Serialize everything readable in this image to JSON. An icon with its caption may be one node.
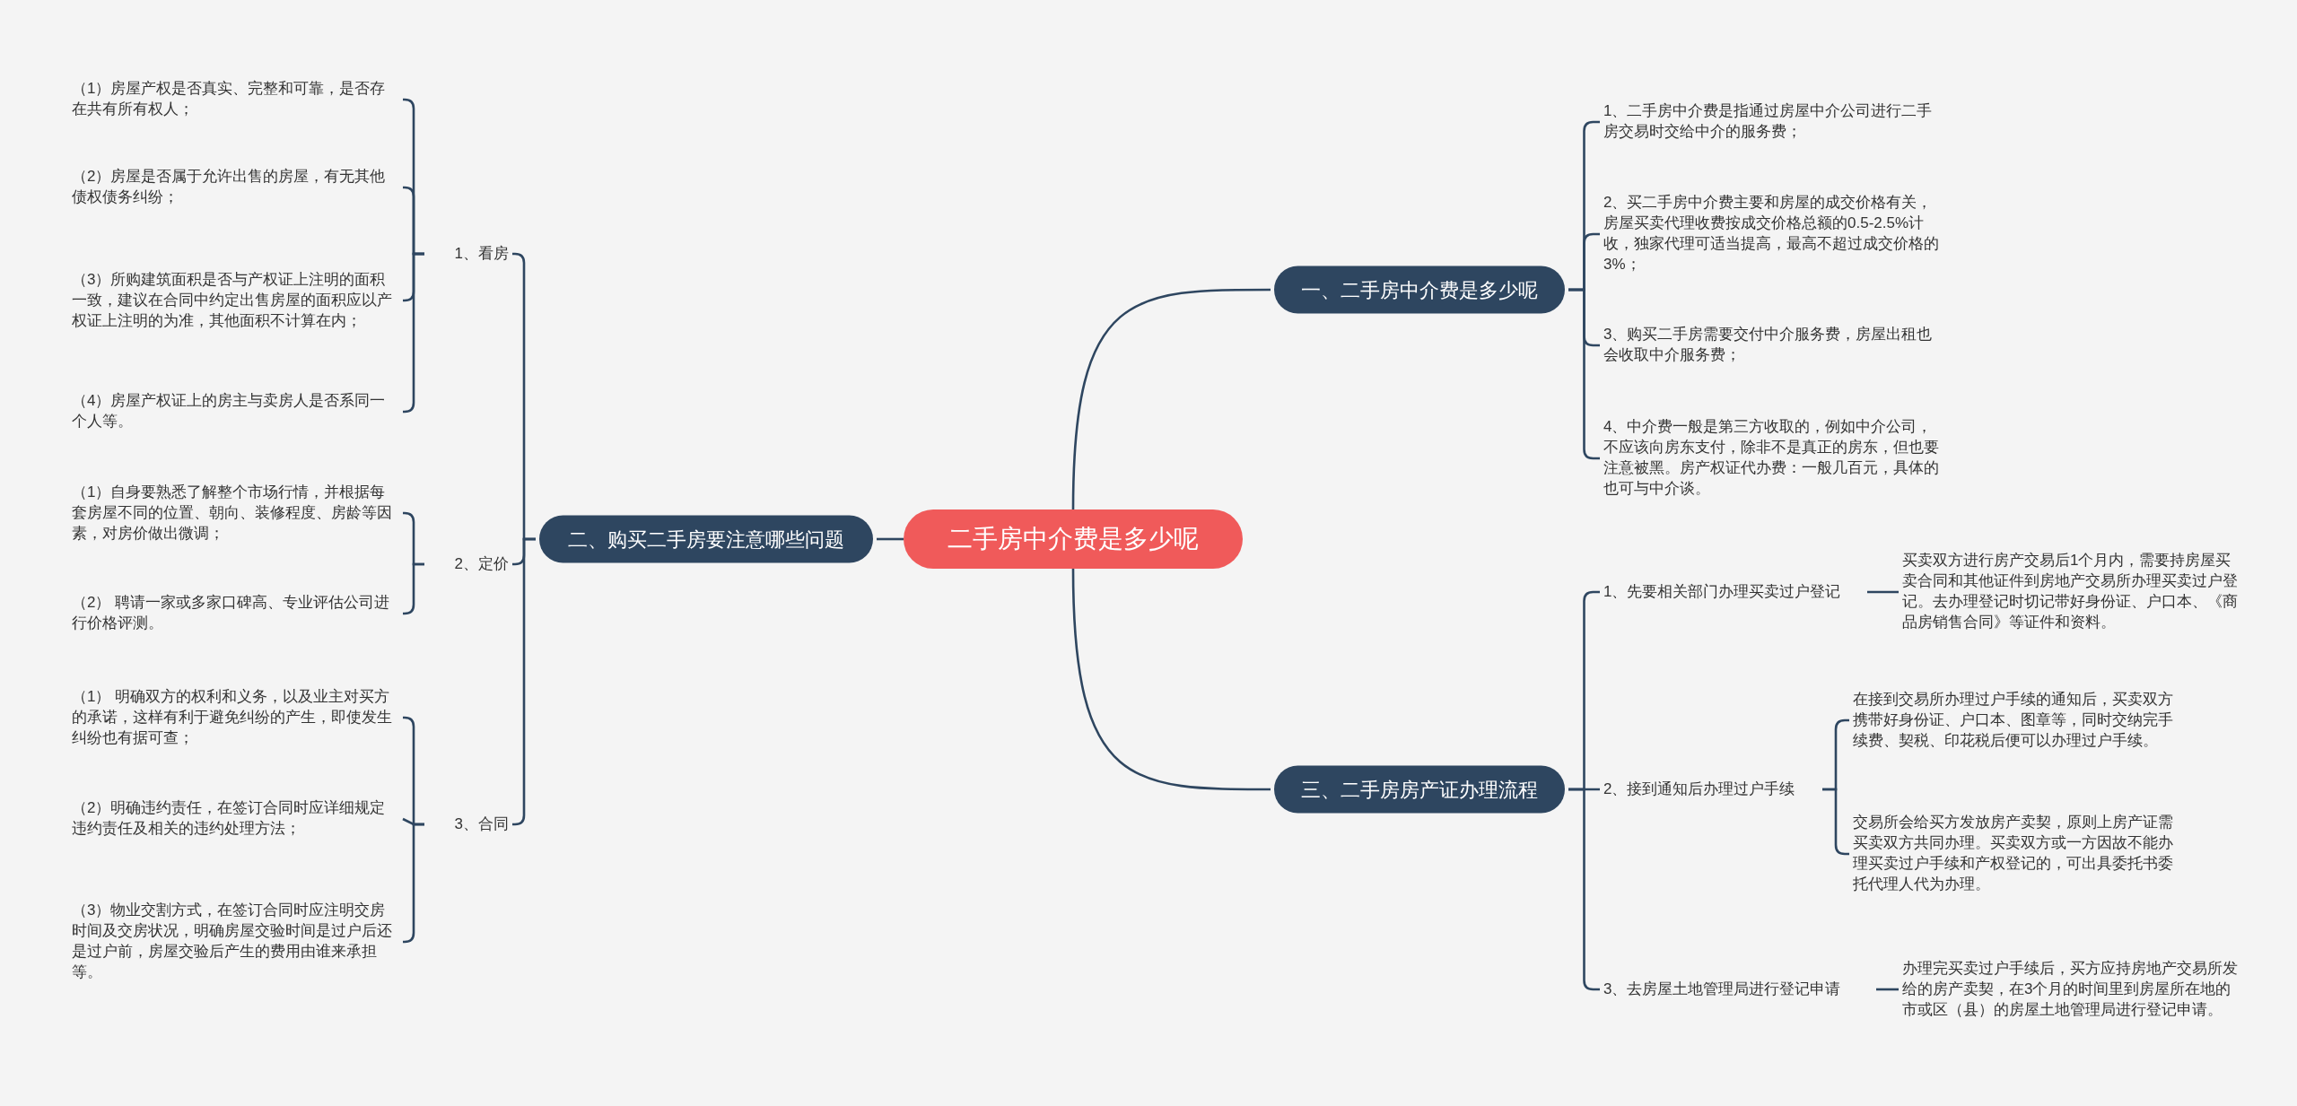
{
  "diagram": {
    "nodes": [
      {
        "text": [
          "二手房中介费是多少呢"
        ]
      },
      {
        "text": [
          "二、购买二手房要注意哪些问题"
        ]
      },
      {
        "text": [
          "1、看房"
        ]
      },
      {
        "text": [
          "（1）房屋产权是否真实、完整和可靠，是否存在共有所有权人；"
        ]
      },
      {
        "text": [
          "（2）房屋是否属于允许出售的房屋，有无其他债权债务纠纷；"
        ]
      },
      {
        "text": [
          "（3）所购建筑面积是否与产权证上注明的面积一致，建议在合同中约定出售房屋的面积应以产权证上注明的为准，其他面积不计算在内；"
        ]
      },
      {
        "text": [
          "（4）房屋产权证上的房主与卖房人是否系同一个人等。"
        ]
      },
      {
        "text": [
          "2、定价"
        ]
      },
      {
        "text": [
          "（1）自身要熟悉了解整个市场行情，并根据每套房屋不同的位置、朝向、装修程度、房龄等因素，对房价做出微调；"
        ]
      },
      {
        "text": [
          "（2） 聘请一家或多家口碑高、专业评估公司进行价格评测。"
        ]
      },
      {
        "text": [
          "3、合同"
        ]
      },
      {
        "text": [
          "（1） 明确双方的权利和义务，以及业主对买方的承诺，这样有利于避免纠纷的产生，即使发生纠纷也有据可查；"
        ]
      },
      {
        "text": [
          "（2）明确违约责任，在签订合同时应详细规定违约责任及相关的违约处理方法；"
        ]
      },
      {
        "text": [
          "（3）物业交割方式，在签订合同时应注明交房时间及交房状况，明确房屋交验时间是过户后还是过户前，房屋交验后产生的费用由谁来承担等。"
        ]
      },
      {
        "text": [
          "一、二手房中介费是多少呢"
        ]
      },
      {
        "text": [
          "1、二手房中介费是指通过房屋中介公司进行二手房交易时交给中介的服务费；"
        ]
      },
      {
        "text": [
          "2、买二手房中介费主要和房屋的成交价格有关，房屋买卖代理收费按成交价格总额的0.5-2.5%计收，独家代理可适当提高，最高不超过成交价格的3%；"
        ]
      },
      {
        "text": [
          "3、购买二手房需要交付中介服务费，房屋出租也会收取中介服务费；"
        ]
      },
      {
        "text": [
          "4、中介费一般是第三方收取的，例如中介公司，不应该向房东支付，除非不是真正的房东，但也要注意被黑。房产权证代办费：一般几百元，具体的也可与中介谈。"
        ]
      },
      {
        "text": [
          "三、二手房房产证办理流程"
        ]
      },
      {
        "text": [
          "1、先要相关部门办理买卖过户登记"
        ]
      },
      {
        "text": [
          "买卖双方进行房产交易后1个月内，需要持房屋买卖合同和其他证件到房地产交易所办理买卖过户登记。去办理登记时切记带好身份证、户口本、《商品房销售合同》等证件和资料。"
        ]
      },
      {
        "text": [
          "2、接到通知后办理过户手续"
        ]
      },
      {
        "text": [
          "在接到交易所办理过户手续的通知后，买卖双方携带好身份证、户口本、图章等，同时交纳完手续费、契税、印花税后便可以办理过户手续。"
        ]
      },
      {
        "text": [
          "交易所会给买方发放房产卖契，原则上房产证需买卖双方共同办理。买卖双方或一方因故不能办理买卖过户手续和产权登记的，可出具委托书委托代理人代为办理。"
        ]
      },
      {
        "text": [
          "3、去房屋土地管理局进行登记申请"
        ]
      },
      {
        "text": [
          "办理完买卖过户手续后，买方应持房地产交易所发给的房产卖契，在3个月的时间里到房屋所在地的市或区（县）的房屋土地管理局进行登记申请。"
        ]
      }
    ],
    "edges": [
      {
        "from": 0,
        "to": 1,
        "arrow": "none"
      },
      {
        "from": 1,
        "to": 2,
        "arrow": "none"
      },
      {
        "from": 2,
        "to": 3,
        "arrow": "none"
      },
      {
        "from": 2,
        "to": 4,
        "arrow": "none"
      },
      {
        "from": 2,
        "to": 5,
        "arrow": "none"
      },
      {
        "from": 2,
        "to": 6,
        "arrow": "none"
      },
      {
        "from": 1,
        "to": 7,
        "arrow": "none"
      },
      {
        "from": 7,
        "to": 8,
        "arrow": "none"
      },
      {
        "from": 7,
        "to": 9,
        "arrow": "none"
      },
      {
        "from": 1,
        "to": 10,
        "arrow": "none"
      },
      {
        "from": 10,
        "to": 11,
        "arrow": "none"
      },
      {
        "from": 10,
        "to": 12,
        "arrow": "none"
      },
      {
        "from": 10,
        "to": 13,
        "arrow": "none"
      },
      {
        "from": 0,
        "to": 14,
        "arrow": "none"
      },
      {
        "from": 14,
        "to": 15,
        "arrow": "none"
      },
      {
        "from": 14,
        "to": 16,
        "arrow": "none"
      },
      {
        "from": 14,
        "to": 17,
        "arrow": "none"
      },
      {
        "from": 14,
        "to": 18,
        "arrow": "none"
      },
      {
        "from": 0,
        "to": 19,
        "arrow": "none"
      },
      {
        "from": 19,
        "to": 20,
        "arrow": "none"
      },
      {
        "from": 20,
        "to": 21,
        "arrow": "none"
      },
      {
        "from": 19,
        "to": 22,
        "arrow": "none"
      },
      {
        "from": 22,
        "to": 23,
        "arrow": "none"
      },
      {
        "from": 22,
        "to": 24,
        "arrow": "none"
      },
      {
        "from": 19,
        "to": 25,
        "arrow": "none"
      },
      {
        "from": 25,
        "to": 26,
        "arrow": "none"
      }
    ]
  }
}
